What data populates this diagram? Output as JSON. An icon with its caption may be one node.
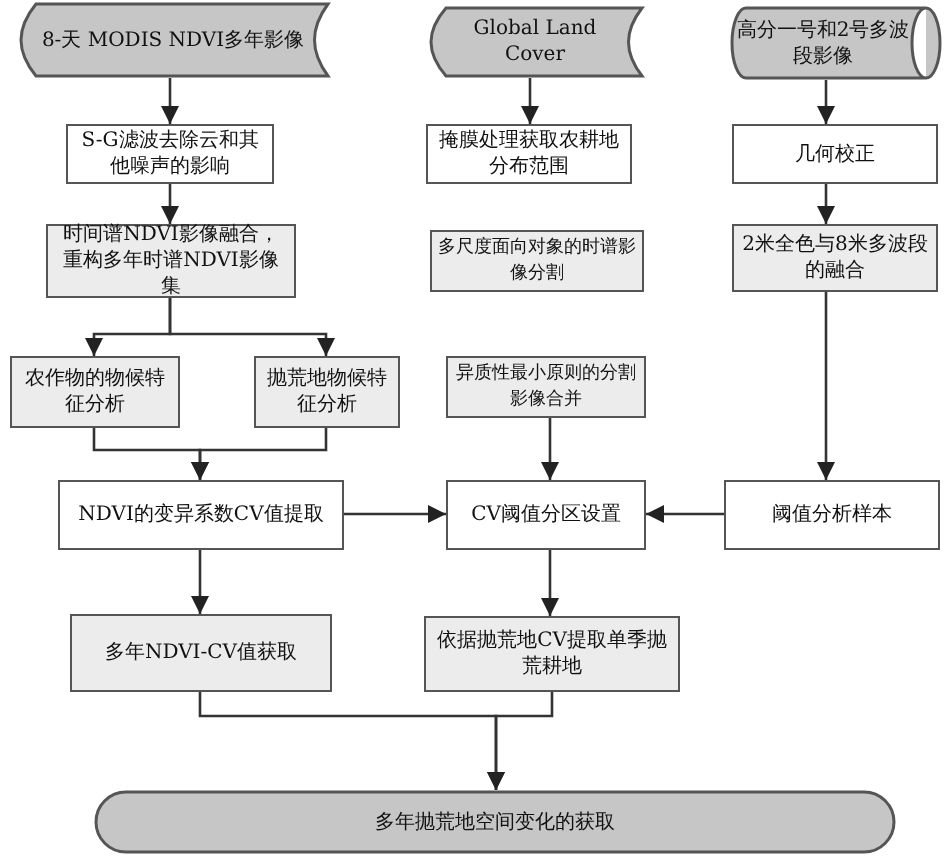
{
  "diagram": {
    "nodes": [
      {
        "text": [
          "8-天 MODIS NDVI多年影像"
        ]
      },
      {
        "text": [
          "Global Land Cover"
        ]
      },
      {
        "text": [
          "高分一号和2号多波段影像"
        ]
      },
      {
        "text": [
          "S-G滤波去除云和其他噪声的影响"
        ]
      },
      {
        "text": [
          "掩膜处理获取农耕地分布范围"
        ]
      },
      {
        "text": [
          "几何校正"
        ]
      },
      {
        "text": [
          "时间谱NDVI影像融合，重构多年时谱NDVI影像集"
        ]
      },
      {
        "text": [
          "多尺度面向对象的时谱影像分割"
        ]
      },
      {
        "text": [
          "2米全色与8米多波段的融合"
        ]
      },
      {
        "text": [
          "农作物的物候特征分析"
        ]
      },
      {
        "text": [
          "抛荒地物候特征分析"
        ]
      },
      {
        "text": [
          "异质性最小原则的分割影像合并"
        ]
      },
      {
        "text": [
          "NDVI的变异系数CV值提取"
        ]
      },
      {
        "text": [
          "CV阈值分区设置"
        ]
      },
      {
        "text": [
          "阈值分析样本"
        ]
      },
      {
        "text": [
          "多年NDVI-CV值获取"
        ]
      },
      {
        "text": [
          "依据抛荒地CV提取单季抛荒耕地"
        ]
      },
      {
        "text": [
          "多年抛荒地空间变化的获取"
        ]
      }
    ],
    "edges": [
      {
        "from": 0,
        "to": 3,
        "arrow": "to"
      },
      {
        "from": 3,
        "to": 6,
        "arrow": "to"
      },
      {
        "from": 6,
        "to": 9,
        "arrow": "to"
      },
      {
        "from": 6,
        "to": 10,
        "arrow": "to"
      },
      {
        "from": 9,
        "to": 12,
        "arrow": "to"
      },
      {
        "from": 10,
        "to": 12,
        "arrow": "to"
      },
      {
        "from": 1,
        "to": 4,
        "arrow": "to"
      },
      {
        "from": 2,
        "to": 5,
        "arrow": "to"
      },
      {
        "from": 5,
        "to": 8,
        "arrow": "to"
      },
      {
        "from": 8,
        "to": 14,
        "arrow": "to"
      },
      {
        "from": 11,
        "to": 13,
        "arrow": "to"
      },
      {
        "from": 12,
        "to": 13,
        "arrow": "to"
      },
      {
        "from": 14,
        "to": 13,
        "arrow": "to"
      },
      {
        "from": 12,
        "to": 15,
        "arrow": "to"
      },
      {
        "from": 13,
        "to": 16,
        "arrow": "to"
      },
      {
        "from": 15,
        "to": 17,
        "arrow": "to"
      },
      {
        "from": 16,
        "to": 17,
        "arrow": "to"
      }
    ]
  }
}
